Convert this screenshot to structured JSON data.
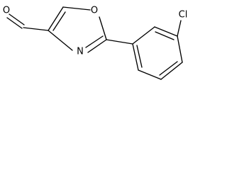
{
  "molecule": {
    "atoms": {
      "aldehyde_oxygen": "O",
      "ring_oxygen": "O",
      "ring_nitrogen": "N",
      "chlorine": "Cl"
    }
  }
}
